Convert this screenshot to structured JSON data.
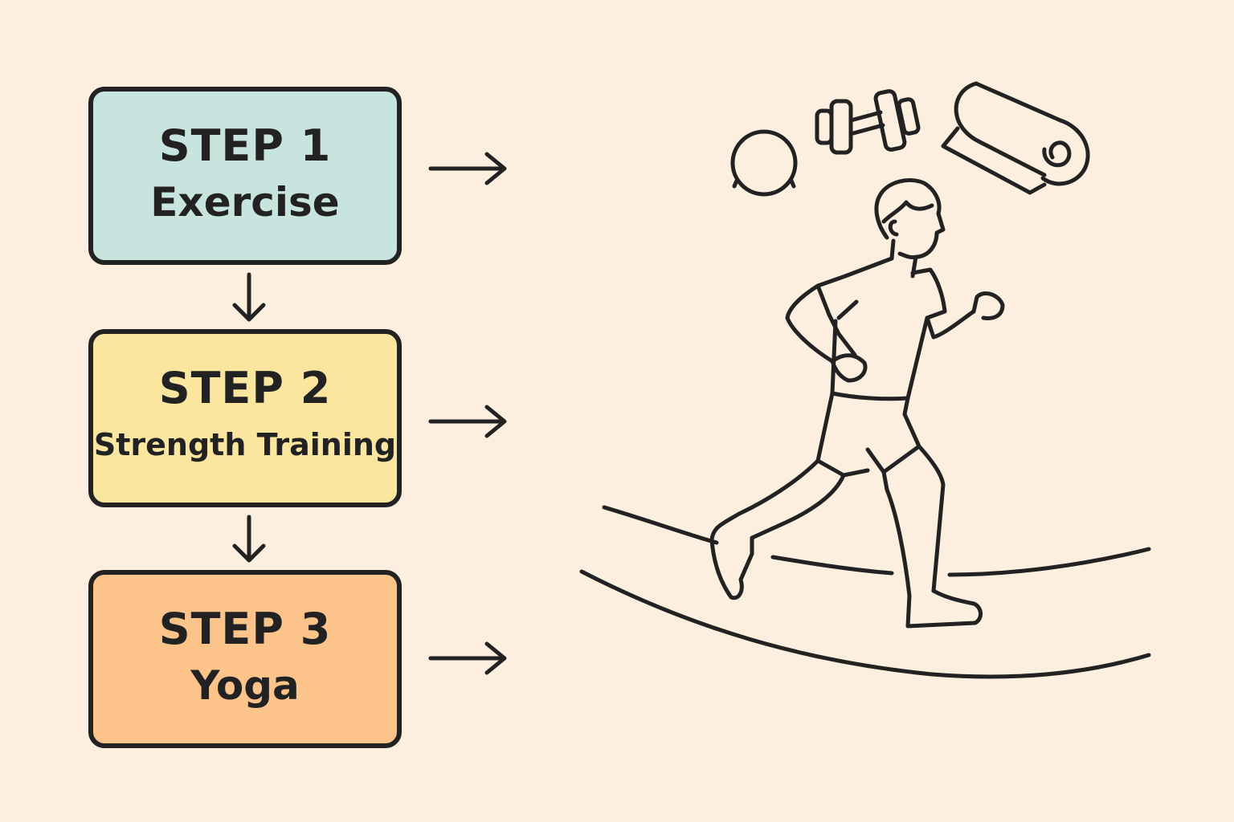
{
  "colors": {
    "background": "#fcefdf",
    "stroke": "#222222",
    "step1_fill": "#c8e4de",
    "step2_fill": "#fbe6a0",
    "step3_fill": "#fcc38b"
  },
  "steps": [
    {
      "title": "STEP 1",
      "label": "Exercise",
      "fill": "#c8e4de"
    },
    {
      "title": "STEP 2",
      "label": "Strength Training",
      "fill": "#fbe6a0"
    },
    {
      "title": "STEP 3",
      "label": "Yoga",
      "fill": "#fcc38b"
    }
  ],
  "icons": [
    "ball-icon",
    "dumbbell-icon",
    "yoga-mat-icon",
    "runner-illustration",
    "running-track"
  ]
}
